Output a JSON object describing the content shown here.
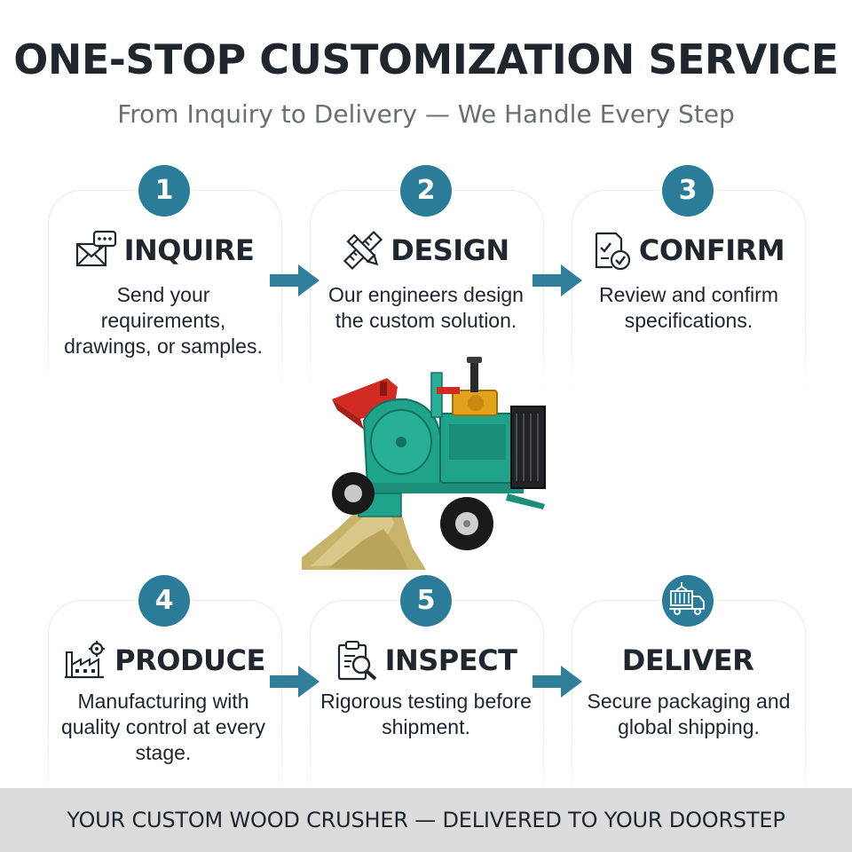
{
  "header": {
    "title": "ONE-STOP CUSTOMIZATION SERVICE",
    "subtitle": "From Inquiry to Delivery — We Handle Every Step"
  },
  "steps": [
    {
      "number": "1",
      "icon": "envelope-chat-icon",
      "label": "INQUIRE",
      "description": "Send your requirements, drawings, or samples."
    },
    {
      "number": "2",
      "icon": "pencil-ruler-icon",
      "label": "DESIGN",
      "description": "Our engineers design the custom solution."
    },
    {
      "number": "3",
      "icon": "checklist-icon",
      "label": "CONFIRM",
      "description": "Review and confirm specifications."
    },
    {
      "number": "4",
      "icon": "factory-gear-icon",
      "label": "PRODUCE",
      "description": "Manufacturing with quality control at every stage."
    },
    {
      "number": "5",
      "icon": "clipboard-magnifier-icon",
      "label": "INSPECT",
      "description": "Rigorous testing before shipment."
    },
    {
      "number": "",
      "icon": "truck-container-icon",
      "label": "DELIVER",
      "description": "Secure packaging and global shipping."
    }
  ],
  "image": {
    "subject": "green wood crusher machine with diesel engine"
  },
  "footer": {
    "text": "YOUR CUSTOM WOOD CRUSHER — DELIVERED TO YOUR DOORSTEP"
  },
  "colors": {
    "accent": "#2a7c98",
    "arrow": "#2f7f9b",
    "footer_bg": "#dcdcdc",
    "machine": "#1fa38a",
    "hopper": "#d02a22"
  }
}
